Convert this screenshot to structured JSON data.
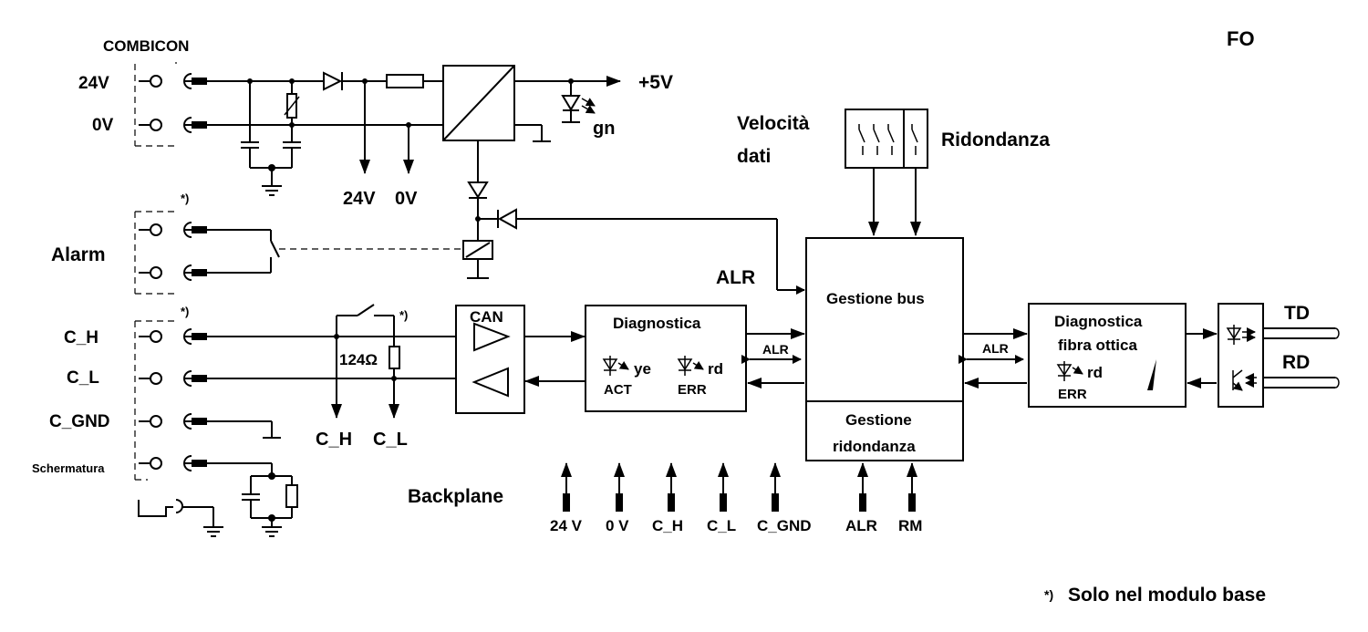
{
  "header": {
    "variant": "FO",
    "connector": "COMBICON"
  },
  "power": {
    "in_24v": "24V",
    "in_0v": "0V",
    "out_5v": "+5V",
    "led_gn": "gn",
    "tap_24v": "24V",
    "tap_0v": "0V"
  },
  "alarm": {
    "label": "Alarm",
    "footnote_mark": "*)",
    "alr": "ALR"
  },
  "can": {
    "labels": [
      "C_H",
      "C_L",
      "C_GND",
      "Schermatura"
    ],
    "footnote_mark": "*)",
    "resistor": "124Ω",
    "resistor_mark": "*)",
    "out_ch": "C_H",
    "out_cl": "C_L",
    "block": "CAN"
  },
  "diag": {
    "title": "Diagnostica",
    "led1": "ye",
    "led1_sub": "ACT",
    "led2": "rd",
    "led2_sub": "ERR",
    "alr": "ALR"
  },
  "bus": {
    "speed_line1": "Velocità",
    "speed_line2": "dati",
    "redundancy": "Ridondanza",
    "gestione_bus": "Gestione bus",
    "gestione_rid_1": "Gestione",
    "gestione_rid_2": "ridondanza",
    "alr": "ALR"
  },
  "fibre": {
    "title1": "Diagnostica",
    "title2": "fibra ottica",
    "led": "rd",
    "led_sub": "ERR",
    "td": "TD",
    "rd": "RD"
  },
  "backplane": {
    "label": "Backplane",
    "signals": [
      "24 V",
      "0 V",
      "C_H",
      "C_L",
      "C_GND",
      "ALR",
      "RM"
    ]
  },
  "footnote": {
    "mark": "*)",
    "text": "Solo nel modulo base"
  }
}
